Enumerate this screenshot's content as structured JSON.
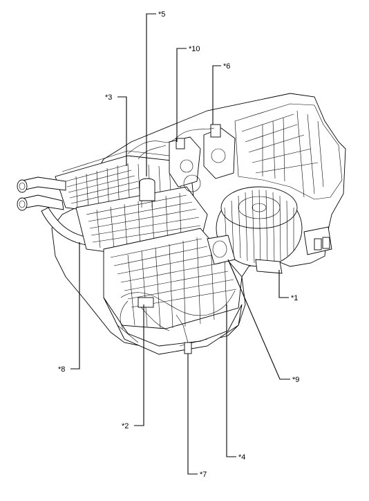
{
  "callouts": [
    {
      "id": "c1",
      "label": "*1"
    },
    {
      "id": "c2",
      "label": "*2"
    },
    {
      "id": "c3",
      "label": "*3"
    },
    {
      "id": "c4",
      "label": "*4"
    },
    {
      "id": "c5",
      "label": "*5"
    },
    {
      "id": "c6",
      "label": "*6"
    },
    {
      "id": "c7",
      "label": "*7"
    },
    {
      "id": "c8",
      "label": "*8"
    },
    {
      "id": "c9",
      "label": "*9"
    },
    {
      "id": "c10",
      "label": "*10"
    }
  ]
}
